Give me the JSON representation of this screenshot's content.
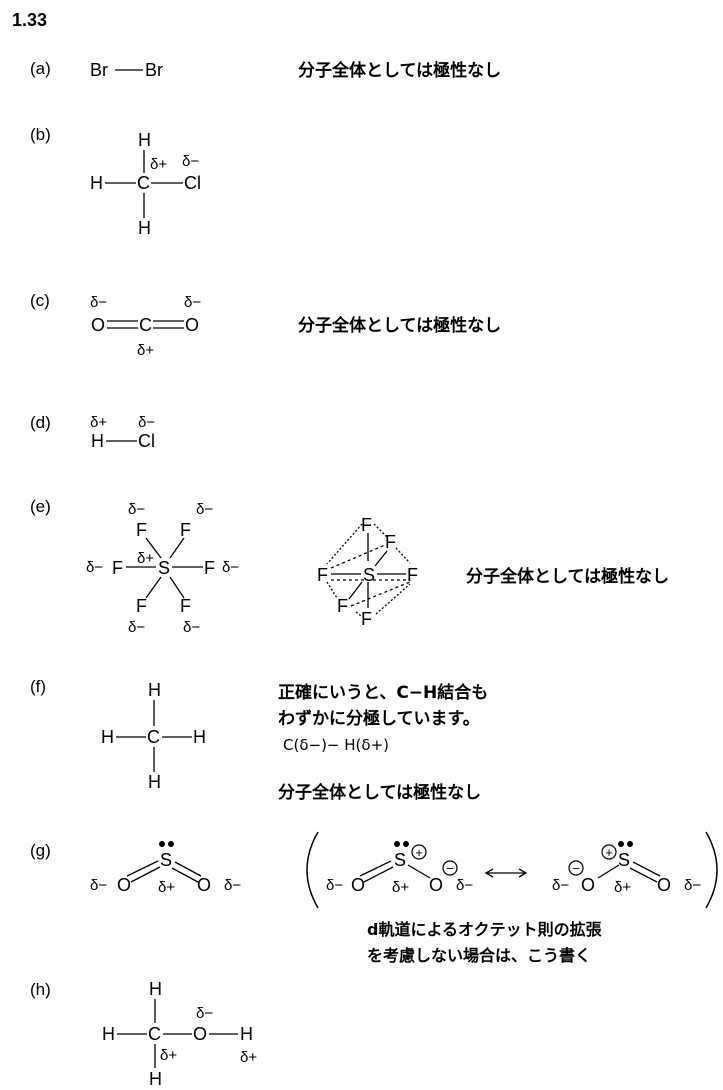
{
  "problem_number": "1.33",
  "nonpolar_note": "分子全体としては極性なし",
  "delta_plus": "δ+",
  "delta_minus": "δ−",
  "plus": "+",
  "minus": "−",
  "parts": {
    "a": {
      "label": "(a)",
      "atoms": [
        "Br",
        "Br"
      ]
    },
    "b": {
      "label": "(b)",
      "atoms": [
        "H",
        "C",
        "Cl",
        "H",
        "H"
      ]
    },
    "c": {
      "label": "(c)",
      "atoms": [
        "O",
        "C",
        "O"
      ]
    },
    "d": {
      "label": "(d)",
      "atoms": [
        "H",
        "Cl"
      ]
    },
    "e": {
      "label": "(e)",
      "atoms": [
        "S",
        "F"
      ]
    },
    "f": {
      "label": "(f)",
      "atoms": [
        "H",
        "C"
      ],
      "note_line1": "正確にいうと、C−H結合も",
      "note_line2": "わずかに分極しています。",
      "note_line3": "C(δ−)− H(δ+)"
    },
    "g": {
      "label": "(g)",
      "atoms": [
        "S",
        "O"
      ],
      "note_line1": "d軌道によるオクテット則の拡張",
      "note_line2": "を考慮しない場合は、こう書く"
    },
    "h": {
      "label": "(h)",
      "atoms": [
        "H",
        "C",
        "O"
      ]
    }
  }
}
